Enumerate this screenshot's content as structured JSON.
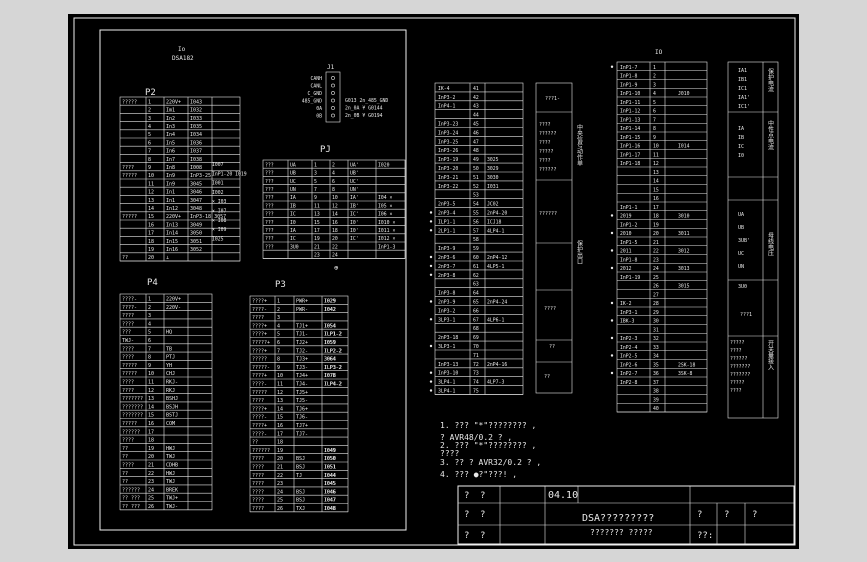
{
  "drawing": {
    "board_label": "Io",
    "board_code": "DSA182",
    "right_label": "IO",
    "j1": {
      "title": "J1",
      "pins": [
        "CANH",
        "CANL",
        "C_GND",
        "485_GND",
        "0A",
        "0B"
      ],
      "bus_labels": [
        "G013  2n_485_GND",
        "2n_0A ¥ G0144",
        "2n_0B ¥ G0194"
      ]
    },
    "p2": {
      "title": "P2",
      "rows": [
        [
          "?????",
          "1",
          "220V+",
          "I043"
        ],
        [
          "",
          "2",
          "Im1",
          "I032"
        ],
        [
          "",
          "3",
          "In2",
          "I033"
        ],
        [
          "",
          "4",
          "In3",
          "I035"
        ],
        [
          "",
          "5",
          "In4",
          "I034"
        ],
        [
          "",
          "6",
          "In5",
          "I036"
        ],
        [
          "",
          "7",
          "In6",
          "I037"
        ],
        [
          "",
          "8",
          "In7",
          "I038"
        ],
        [
          "????",
          "9",
          "In8",
          "I008"
        ],
        [
          "?????",
          "10",
          "In9",
          "InP3-25"
        ],
        [
          "",
          "11",
          "In9",
          "3045"
        ],
        [
          "",
          "12",
          "In1",
          "3046"
        ],
        [
          "",
          "13",
          "In1",
          "3047"
        ],
        [
          "",
          "14",
          "In12",
          "3048"
        ],
        [
          "?????",
          "15",
          "220V+",
          "InP3-18 3057"
        ],
        [
          "",
          "16",
          "In13",
          "3049"
        ],
        [
          "",
          "17",
          "In14",
          "3050"
        ],
        [
          "",
          "18",
          "In15",
          "3051"
        ],
        [
          "",
          "19",
          "In16",
          "3052"
        ],
        [
          "??",
          "20",
          "⊥",
          ""
        ]
      ]
    },
    "pj": {
      "title": "PJ",
      "rows": [
        [
          "???",
          "UA",
          "1",
          "2",
          "UA'",
          "I020"
        ],
        [
          "???",
          "UB",
          "3",
          "4",
          "UB'",
          ""
        ],
        [
          "???",
          "UC",
          "5",
          "6",
          "UC'",
          ""
        ],
        [
          "???",
          "UN",
          "7",
          "8",
          "UN'",
          ""
        ],
        [
          "???",
          "IA",
          "9",
          "10",
          "IA'",
          "I04 ×"
        ],
        [
          "???",
          "IB",
          "11",
          "12",
          "IB'",
          "I05 ×"
        ],
        [
          "???",
          "IC",
          "13",
          "14",
          "IC'",
          "I06 ×"
        ],
        [
          "???",
          "I0",
          "15",
          "16",
          "I0'",
          "I010 ×"
        ],
        [
          "???",
          "IA",
          "17",
          "18",
          "I0'",
          "I011 ×"
        ],
        [
          "???",
          "IC",
          "19",
          "20",
          "IC'",
          "I012 ×"
        ],
        [
          "???",
          "3U0",
          "21",
          "22",
          "",
          "InP1-3"
        ],
        [
          "",
          "",
          "23",
          "24",
          "",
          ""
        ]
      ],
      "left_tags": [
        "I007",
        "InP1-20 I019",
        "I001",
        "I002",
        "× I03",
        "× I07",
        "× I08",
        "× I09",
        "I025"
      ]
    },
    "p4": {
      "title": "P4",
      "rows": [
        [
          "????-",
          "1",
          "220V+",
          ""
        ],
        [
          "????-",
          "2",
          "220V-",
          ""
        ],
        [
          "????",
          "3",
          "",
          ""
        ],
        [
          "????",
          "4",
          "",
          ""
        ],
        [
          "???",
          "5",
          "HQ",
          ""
        ],
        [
          "TWJ-",
          "6",
          "",
          ""
        ],
        [
          "????",
          "7",
          "TB",
          ""
        ],
        [
          "????",
          "8",
          "PTJ",
          ""
        ],
        [
          "?????",
          "9",
          "YH",
          ""
        ],
        [
          "?????",
          "10",
          "CHJ",
          ""
        ],
        [
          "????",
          "11",
          "RKJ-",
          ""
        ],
        [
          "????",
          "12",
          "RKJ",
          ""
        ],
        [
          "???????",
          "13",
          "BSHJ",
          ""
        ],
        [
          "???????",
          "14",
          "BSJH",
          ""
        ],
        [
          "???????",
          "15",
          "BSTJ",
          ""
        ],
        [
          "?????",
          "16",
          "COM",
          ""
        ],
        [
          "??????",
          "17",
          "",
          ""
        ],
        [
          "????",
          "18",
          "",
          ""
        ],
        [
          "??",
          "19",
          "HWJ",
          ""
        ],
        [
          "??",
          "20",
          "TWJ",
          ""
        ],
        [
          "????",
          "21",
          "CDHB",
          ""
        ],
        [
          "??",
          "22",
          "HWJ",
          ""
        ],
        [
          "??",
          "23",
          "TWJ",
          ""
        ],
        [
          "??????",
          "24",
          "BREK",
          ""
        ],
        [
          "?? ???",
          "25",
          "TWJ+",
          ""
        ],
        [
          "?? ???",
          "26",
          "TWJ-",
          ""
        ]
      ]
    },
    "p3": {
      "title": "P3",
      "rows": [
        [
          "????+",
          "1",
          "PWR+",
          "I029"
        ],
        [
          "????-",
          "2",
          "PWR-",
          "I042"
        ],
        [
          "????",
          "3",
          "",
          ""
        ],
        [
          "????+",
          "4",
          "TJ1+",
          "I054"
        ],
        [
          "????+",
          "5",
          "TJ1-",
          "ILP1-2"
        ],
        [
          "?????+",
          "6",
          "TJ2+",
          "I059"
        ],
        [
          "????+",
          "7",
          "TJ2-",
          "ILP2-2"
        ],
        [
          "?????",
          "8",
          "TJ3+",
          "3064"
        ],
        [
          "?????-",
          "9",
          "TJ3-",
          "ILP3-2"
        ],
        [
          "????+",
          "10",
          "TJ4+",
          "I078"
        ],
        [
          "????-",
          "11",
          "TJ4-",
          "ILP4-2"
        ],
        [
          "?????",
          "12",
          "TJ5+",
          ""
        ],
        [
          "????",
          "13",
          "TJ5-",
          ""
        ],
        [
          "????+",
          "14",
          "TJ6+",
          ""
        ],
        [
          "????-",
          "15",
          "TJ6-",
          ""
        ],
        [
          "????+",
          "16",
          "TJ7+",
          ""
        ],
        [
          "????-",
          "17",
          "TJ7-",
          ""
        ],
        [
          "??",
          "18",
          "",
          ""
        ],
        [
          "??????",
          "19",
          "",
          "I049"
        ],
        [
          "????",
          "20",
          "BSJ",
          "I050"
        ],
        [
          "????",
          "21",
          "BSJ",
          "I051"
        ],
        [
          "????",
          "22",
          "TJ",
          "I044"
        ],
        [
          "????",
          "23",
          "",
          "I045"
        ],
        [
          "????",
          "24",
          "BSJ",
          "I046"
        ],
        [
          "????",
          "25",
          "BSJ",
          "I047"
        ],
        [
          "????",
          "26",
          "TXJ",
          "I048"
        ]
      ]
    },
    "mid": {
      "rows": [
        [
          "IK-4",
          "41",
          ""
        ],
        [
          "InP3-2",
          "42",
          ""
        ],
        [
          "InP4-1",
          "43",
          ""
        ],
        [
          "",
          "44",
          ""
        ],
        [
          "InP3-23",
          "45",
          ""
        ],
        [
          "InP3-24",
          "46",
          ""
        ],
        [
          "InP3-25",
          "47",
          ""
        ],
        [
          "InP3-26",
          "48",
          ""
        ],
        [
          "InP3-19",
          "49",
          "3025"
        ],
        [
          "InP3-20",
          "50",
          "3029"
        ],
        [
          "InP3-21",
          "51",
          "3030"
        ],
        [
          "InP3-22",
          "52",
          "I031"
        ],
        [
          "",
          "53",
          ""
        ],
        [
          "2nP3-5",
          "54",
          "JC02"
        ],
        [
          "2nP3-4",
          "55",
          "2nP4-20"
        ],
        [
          "ILP1-1",
          "56",
          "ICJ18"
        ],
        [
          "2LP1-1",
          "57",
          "4LP4-1"
        ],
        [
          "",
          "58",
          ""
        ],
        [
          "InP3-9",
          "59",
          ""
        ],
        [
          "2nP3-6",
          "60",
          "2nP4-12"
        ],
        [
          "2nP3-7",
          "61",
          "4LP5-1"
        ],
        [
          "2nP3-8",
          "62",
          ""
        ],
        [
          "",
          "63",
          ""
        ],
        [
          "InP3-8",
          "64",
          ""
        ],
        [
          "2nP3-9",
          "65",
          "2nP4-24"
        ],
        [
          "InP3-2",
          "66",
          ""
        ],
        [
          "3LP3-1",
          "67",
          "4LP6-1"
        ],
        [
          "",
          "68",
          ""
        ],
        [
          "2nP3-18",
          "69",
          ""
        ],
        [
          "3LP3-1",
          "70",
          ""
        ],
        [
          "",
          "71",
          ""
        ],
        [
          "InP3-13",
          "72",
          "2nP4-16"
        ],
        [
          "InP3-10",
          "73",
          ""
        ],
        [
          "3LP4-1",
          "74",
          "4LP7-3"
        ],
        [
          "3LP4-1",
          "75",
          ""
        ]
      ],
      "group_top": "???1-",
      "group_a": [
        "????",
        "??????",
        "????",
        "?????",
        "????",
        "??????"
      ],
      "group_b": "??????",
      "group_c": "????",
      "group_d": "??",
      "group_e": "??",
      "side_text_1": "中央信号动作单",
      "side_text_2": "保护出口"
    },
    "right": {
      "rows": [
        [
          "InP1-7",
          "1",
          ""
        ],
        [
          "InP1-8",
          "2",
          ""
        ],
        [
          "InP1-9",
          "3",
          ""
        ],
        [
          "InP1-10",
          "4",
          "J010"
        ],
        [
          "InP1-11",
          "5",
          ""
        ],
        [
          "InP1-12",
          "6",
          ""
        ],
        [
          "InP1-13",
          "7",
          ""
        ],
        [
          "InP1-14",
          "8",
          ""
        ],
        [
          "InP1-15",
          "9",
          ""
        ],
        [
          "InP1-16",
          "10",
          "I014"
        ],
        [
          "InP1-17",
          "11",
          ""
        ],
        [
          "InP1-18",
          "12",
          ""
        ],
        [
          "",
          "13",
          ""
        ],
        [
          "",
          "14",
          ""
        ],
        [
          "",
          "15",
          ""
        ],
        [
          "",
          "16",
          ""
        ],
        [
          "InP1-1",
          "17",
          ""
        ],
        [
          "2019",
          "18",
          "3010"
        ],
        [
          "InP1-2",
          "19",
          ""
        ],
        [
          "2010",
          "20",
          "3011"
        ],
        [
          "InP1-5",
          "21",
          ""
        ],
        [
          "2011",
          "22",
          "3012"
        ],
        [
          "InP1-8",
          "23",
          ""
        ],
        [
          "2012",
          "24",
          "3013"
        ],
        [
          "InP1-19",
          "25",
          ""
        ],
        [
          "",
          "26",
          "3015"
        ],
        [
          "",
          "27",
          ""
        ],
        [
          "IK-2",
          "28",
          ""
        ],
        [
          "InP3-1",
          "29",
          ""
        ],
        [
          "IBK-3",
          "30",
          ""
        ],
        [
          "",
          "31",
          ""
        ],
        [
          "InP2-3",
          "32",
          ""
        ],
        [
          "InP2-4",
          "33",
          ""
        ],
        [
          "InP2-5",
          "34",
          ""
        ],
        [
          "InP2-6",
          "35",
          "2SK-18"
        ],
        [
          "InP2-7",
          "36",
          "3SK-8"
        ],
        [
          "InP2-8",
          "37",
          ""
        ],
        [
          "",
          "38",
          ""
        ],
        [
          "",
          "39",
          ""
        ],
        [
          "",
          "40",
          ""
        ]
      ],
      "legend_a": [
        "IA1",
        "IB1",
        "IC1",
        "IA1'",
        "IC1'"
      ],
      "legend_b": [
        "IA",
        "IB",
        "IC",
        "I0"
      ],
      "legend_c": [
        "UA",
        "UB",
        "3UB'",
        "UC",
        "UN"
      ],
      "legend_d": [
        "3U0"
      ],
      "legend_e": [
        "???1"
      ],
      "legend_f": [
        "?????",
        "????",
        "??????",
        "???????",
        "???????",
        "?????",
        "????"
      ],
      "side_a": "保护电流",
      "side_b": "中性点电流",
      "side_c": "母线电压",
      "side_d": "开关量接入"
    },
    "notes": [
      "1. ??? \"*\"????????   ,",
      "   ?  AVR48/0.2 ?  ,",
      "2. ??? \"*\"????????   ,",
      "   ????",
      "3. ?? ?  AVR32/0.2 ?  ,",
      "4. ???  ●?\"???!   ,"
    ],
    "title_block": {
      "c1": "?",
      "c2": "?",
      "c3": "04.10",
      "c4": "?",
      "c5": "?",
      "c6": "?",
      "c7": "?",
      "c8": "?",
      "name": "DSA?????????",
      "sub": "???????    ?????",
      "c9": "?",
      "c10": "?",
      "c11": "?",
      "c12": "??:"
    }
  }
}
